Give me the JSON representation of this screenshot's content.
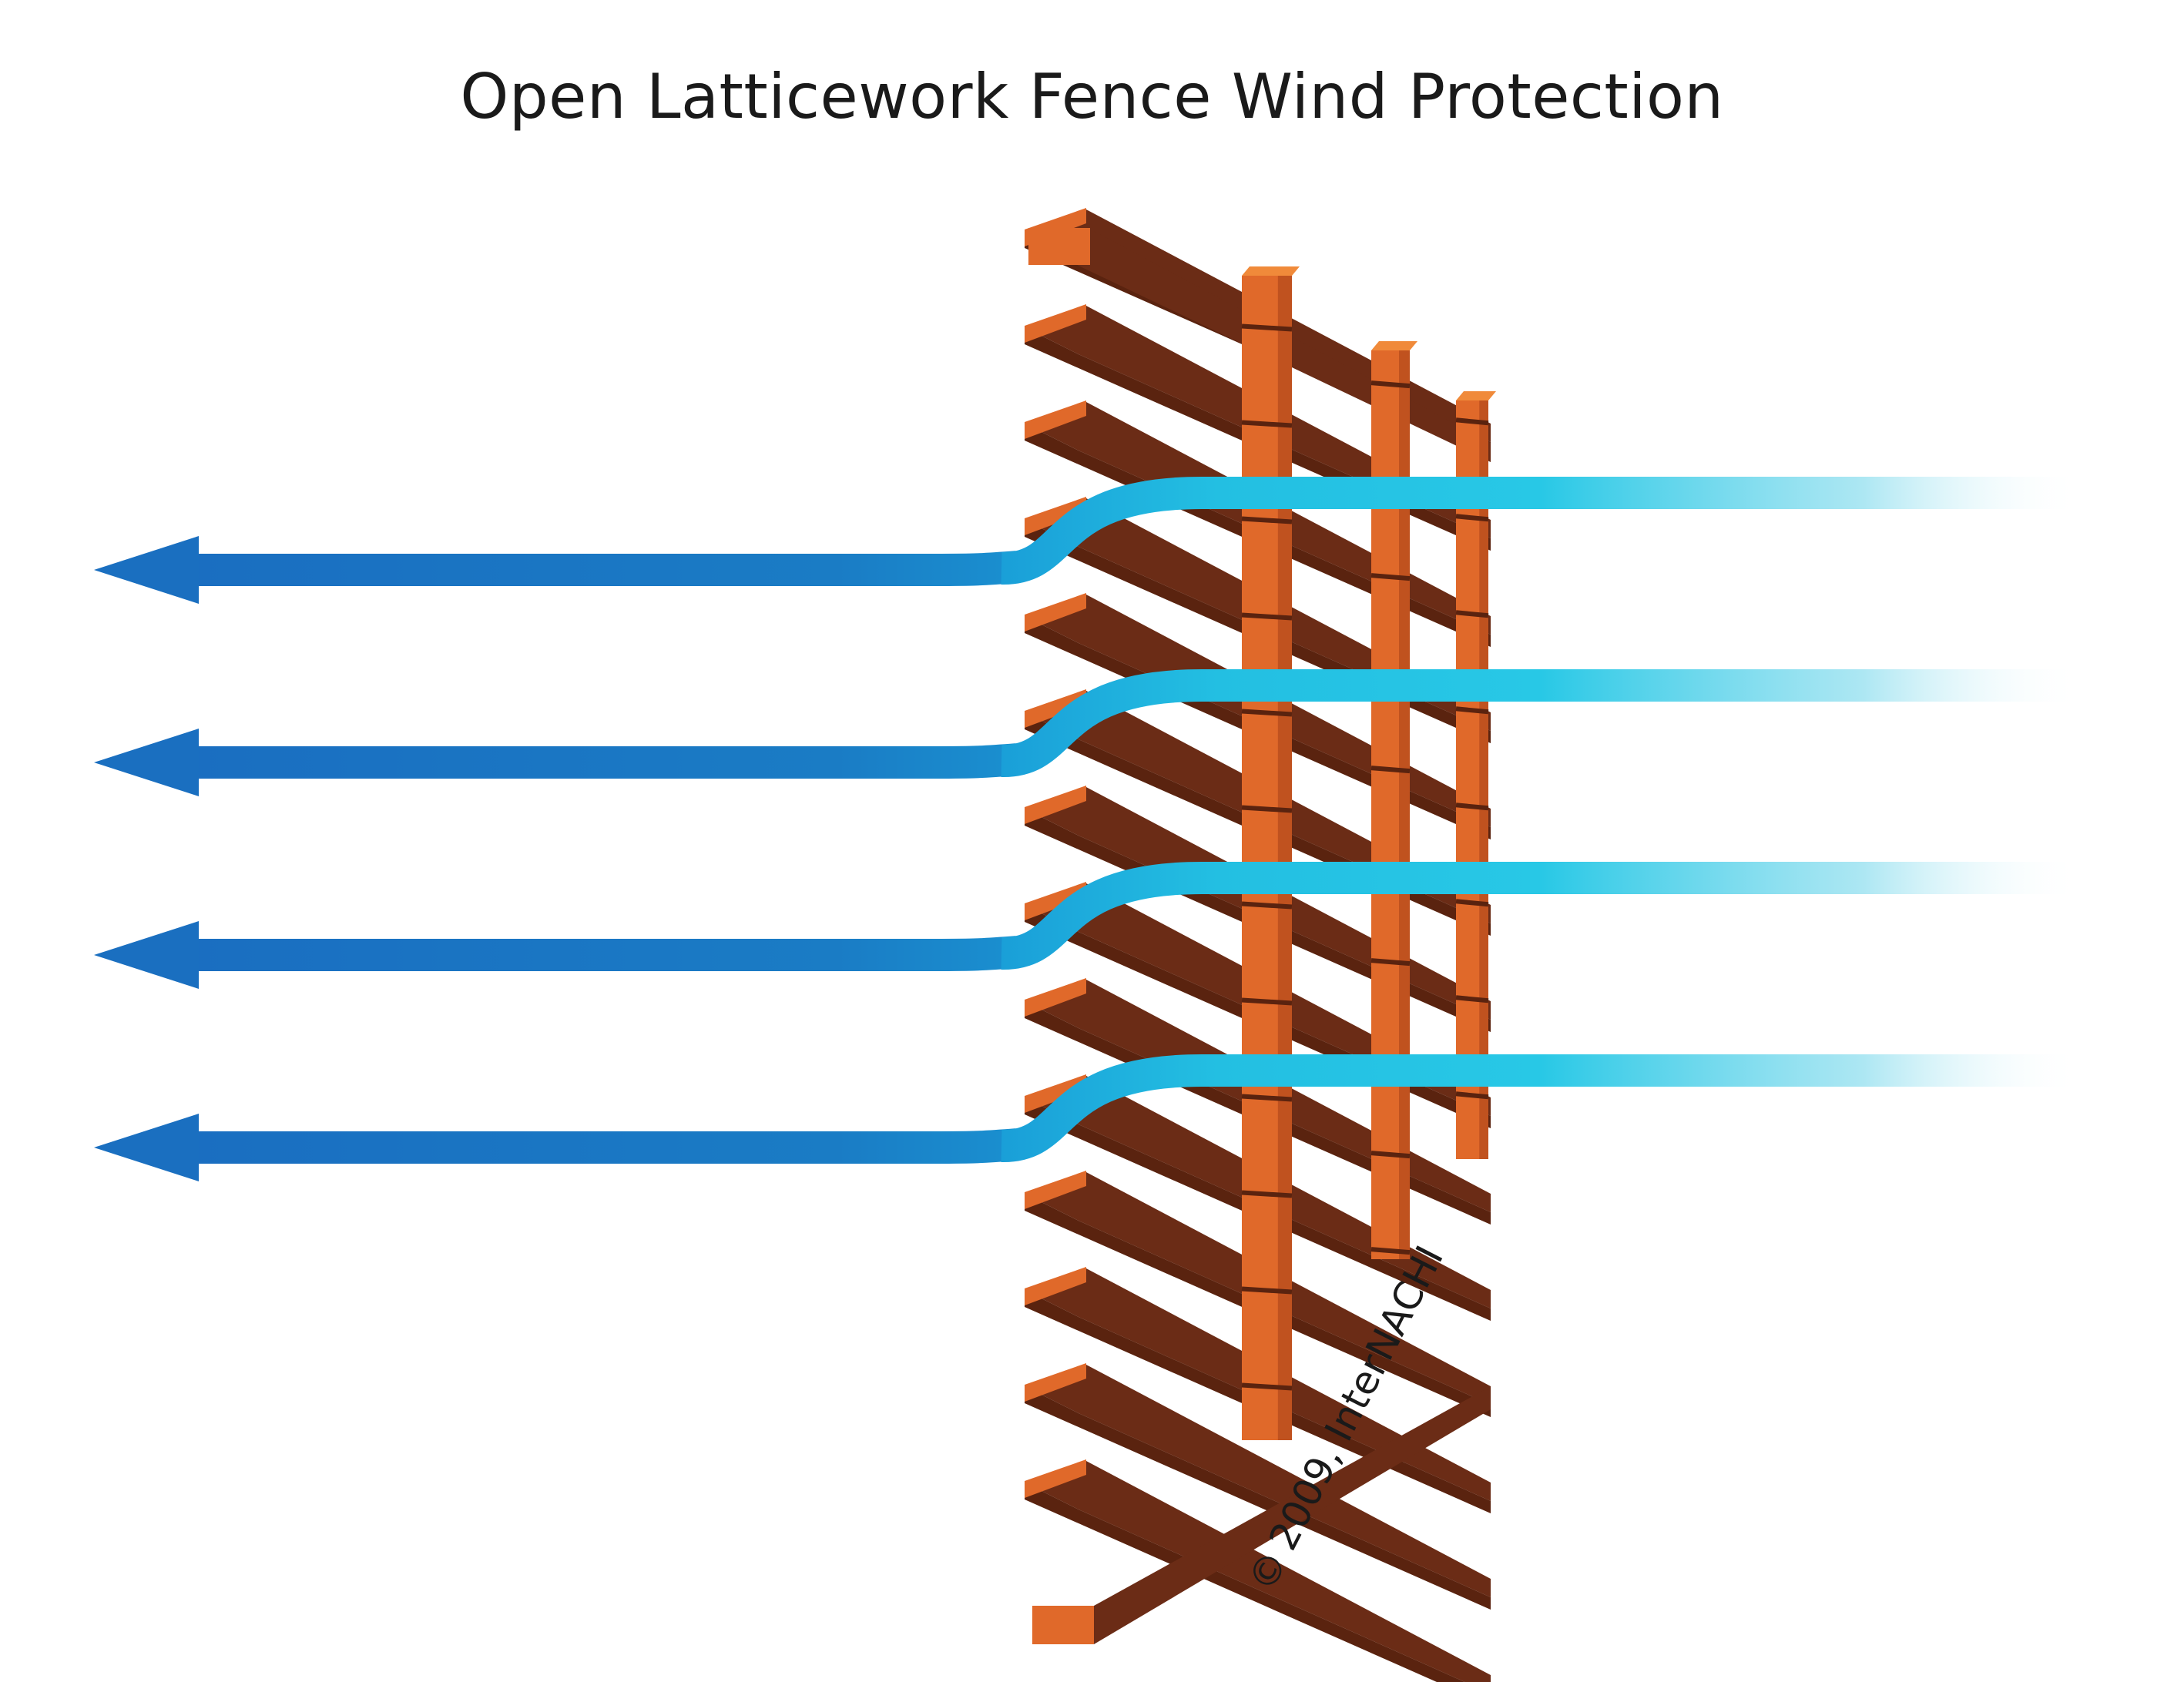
{
  "title": "Open Latticework Fence Wind Protection",
  "credit": "2009, InterNACHI",
  "credit_symbol": "©",
  "colors": {
    "wood_face": "#e0692a",
    "wood_top": "#6b2c16",
    "wood_side": "#c0521f",
    "wood_dark": "#5a230f",
    "wind_dark": "#1a6fc0",
    "wind_mid": "#0a8fd0",
    "wind_light": "#26c6e6"
  },
  "icons": {
    "wind_arrow": "arrow-left-icon"
  },
  "wind_streams": 4,
  "fence_slats": 14
}
